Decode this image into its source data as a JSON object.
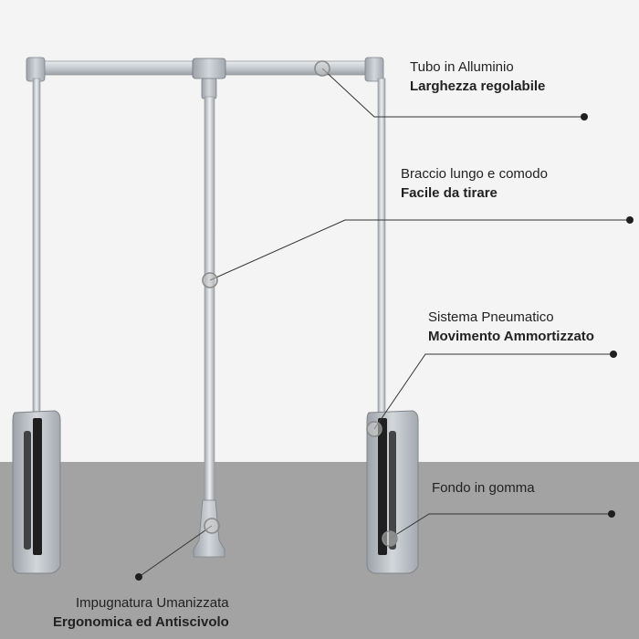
{
  "colors": {
    "wall": "#f4f4f4",
    "floor": "#a3a3a3",
    "aluminium": "#c9ced3",
    "housing": "#b9bec4",
    "dark": "#1f1f1f",
    "leader": "#333333"
  },
  "callouts": [
    {
      "id": "tube",
      "line1": "Tubo in Alluminio",
      "line2": "Larghezza regolabile"
    },
    {
      "id": "arm",
      "line1": "Braccio lungo e comodo",
      "line2": "Facile da tirare"
    },
    {
      "id": "pneumatic",
      "line1": "Sistema Pneumatico",
      "line2": "Movimento Ammortizzato"
    },
    {
      "id": "rubber",
      "line1": "Fondo in gomma",
      "line2": ""
    },
    {
      "id": "handle",
      "line1": "Impugnatura Umanizzata",
      "line2": "Ergonomica ed Antiscivolo"
    }
  ]
}
